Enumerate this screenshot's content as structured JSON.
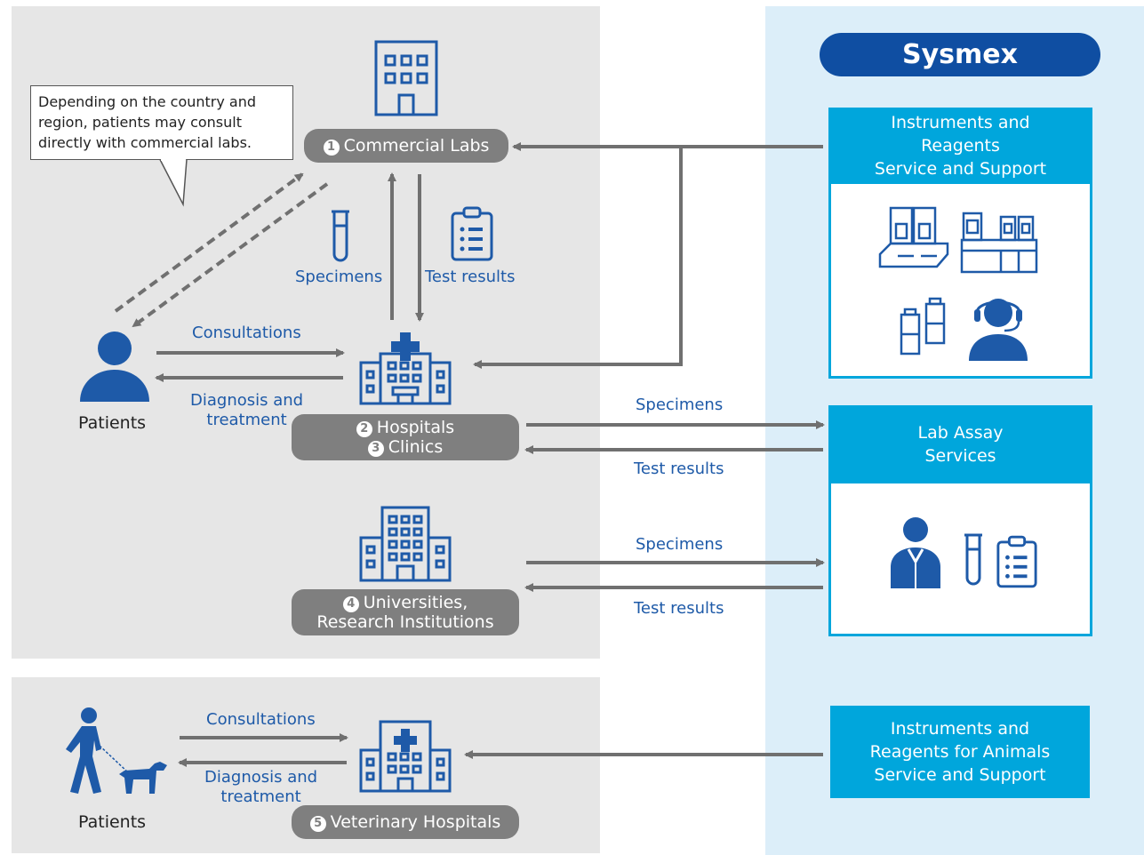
{
  "callout": {
    "lines": [
      "Depending on the country and",
      "region, patients may consult",
      "directly with commercial labs."
    ]
  },
  "sysmex": {
    "title": "Sysmex"
  },
  "nodes": {
    "commercial_labs": {
      "num": "1",
      "label": "Commercial Labs"
    },
    "hospitals": {
      "num": "2",
      "label": "Hospitals"
    },
    "clinics": {
      "num": "3",
      "label": "Clinics"
    },
    "universities": {
      "num": "4",
      "label1": "Universities,",
      "label2": "Research Institutions"
    },
    "veterinary": {
      "num": "5",
      "label": "Veterinary Hospitals"
    }
  },
  "labels": {
    "specimens_left": "Specimens",
    "test_results_left": "Test results",
    "consultations_top": "Consultations",
    "diagnosis_top_1": "Diagnosis and",
    "diagnosis_top_2": "treatment",
    "patients_top": "Patients",
    "specimens_hosp": "Specimens",
    "test_results_hosp": "Test results",
    "specimens_univ": "Specimens",
    "test_results_univ": "Test results",
    "consultations_vet": "Consultations",
    "diagnosis_vet_1": "Diagnosis and",
    "diagnosis_vet_2": "treatment",
    "patients_vet": "Patients"
  },
  "sysmex_boxes": {
    "instruments": {
      "lines": [
        "Instruments and",
        "Reagents",
        "Service and Support"
      ]
    },
    "lab_assay": {
      "lines": [
        "Lab Assay",
        "Services"
      ]
    },
    "animals": {
      "lines": [
        "Instruments and",
        "Reagents for Animals",
        "Service and Support"
      ]
    }
  },
  "colors": {
    "gray_panel": "#e6e6e6",
    "blue_panel": "#dceef9",
    "pill": "#7f7f7f",
    "brand_blue": "#1e5aa8",
    "sysmex_navy": "#0f4ea2",
    "cyan": "#00a6dc",
    "arrow": "#707070"
  },
  "icons": [
    "building-icon",
    "hospital-icon",
    "university-icon",
    "test-tube-icon",
    "clipboard-icon",
    "person-icon",
    "dog-walker-icon",
    "analyzer-icon",
    "reagent-bottles-icon",
    "support-agent-icon",
    "lab-technician-icon"
  ]
}
